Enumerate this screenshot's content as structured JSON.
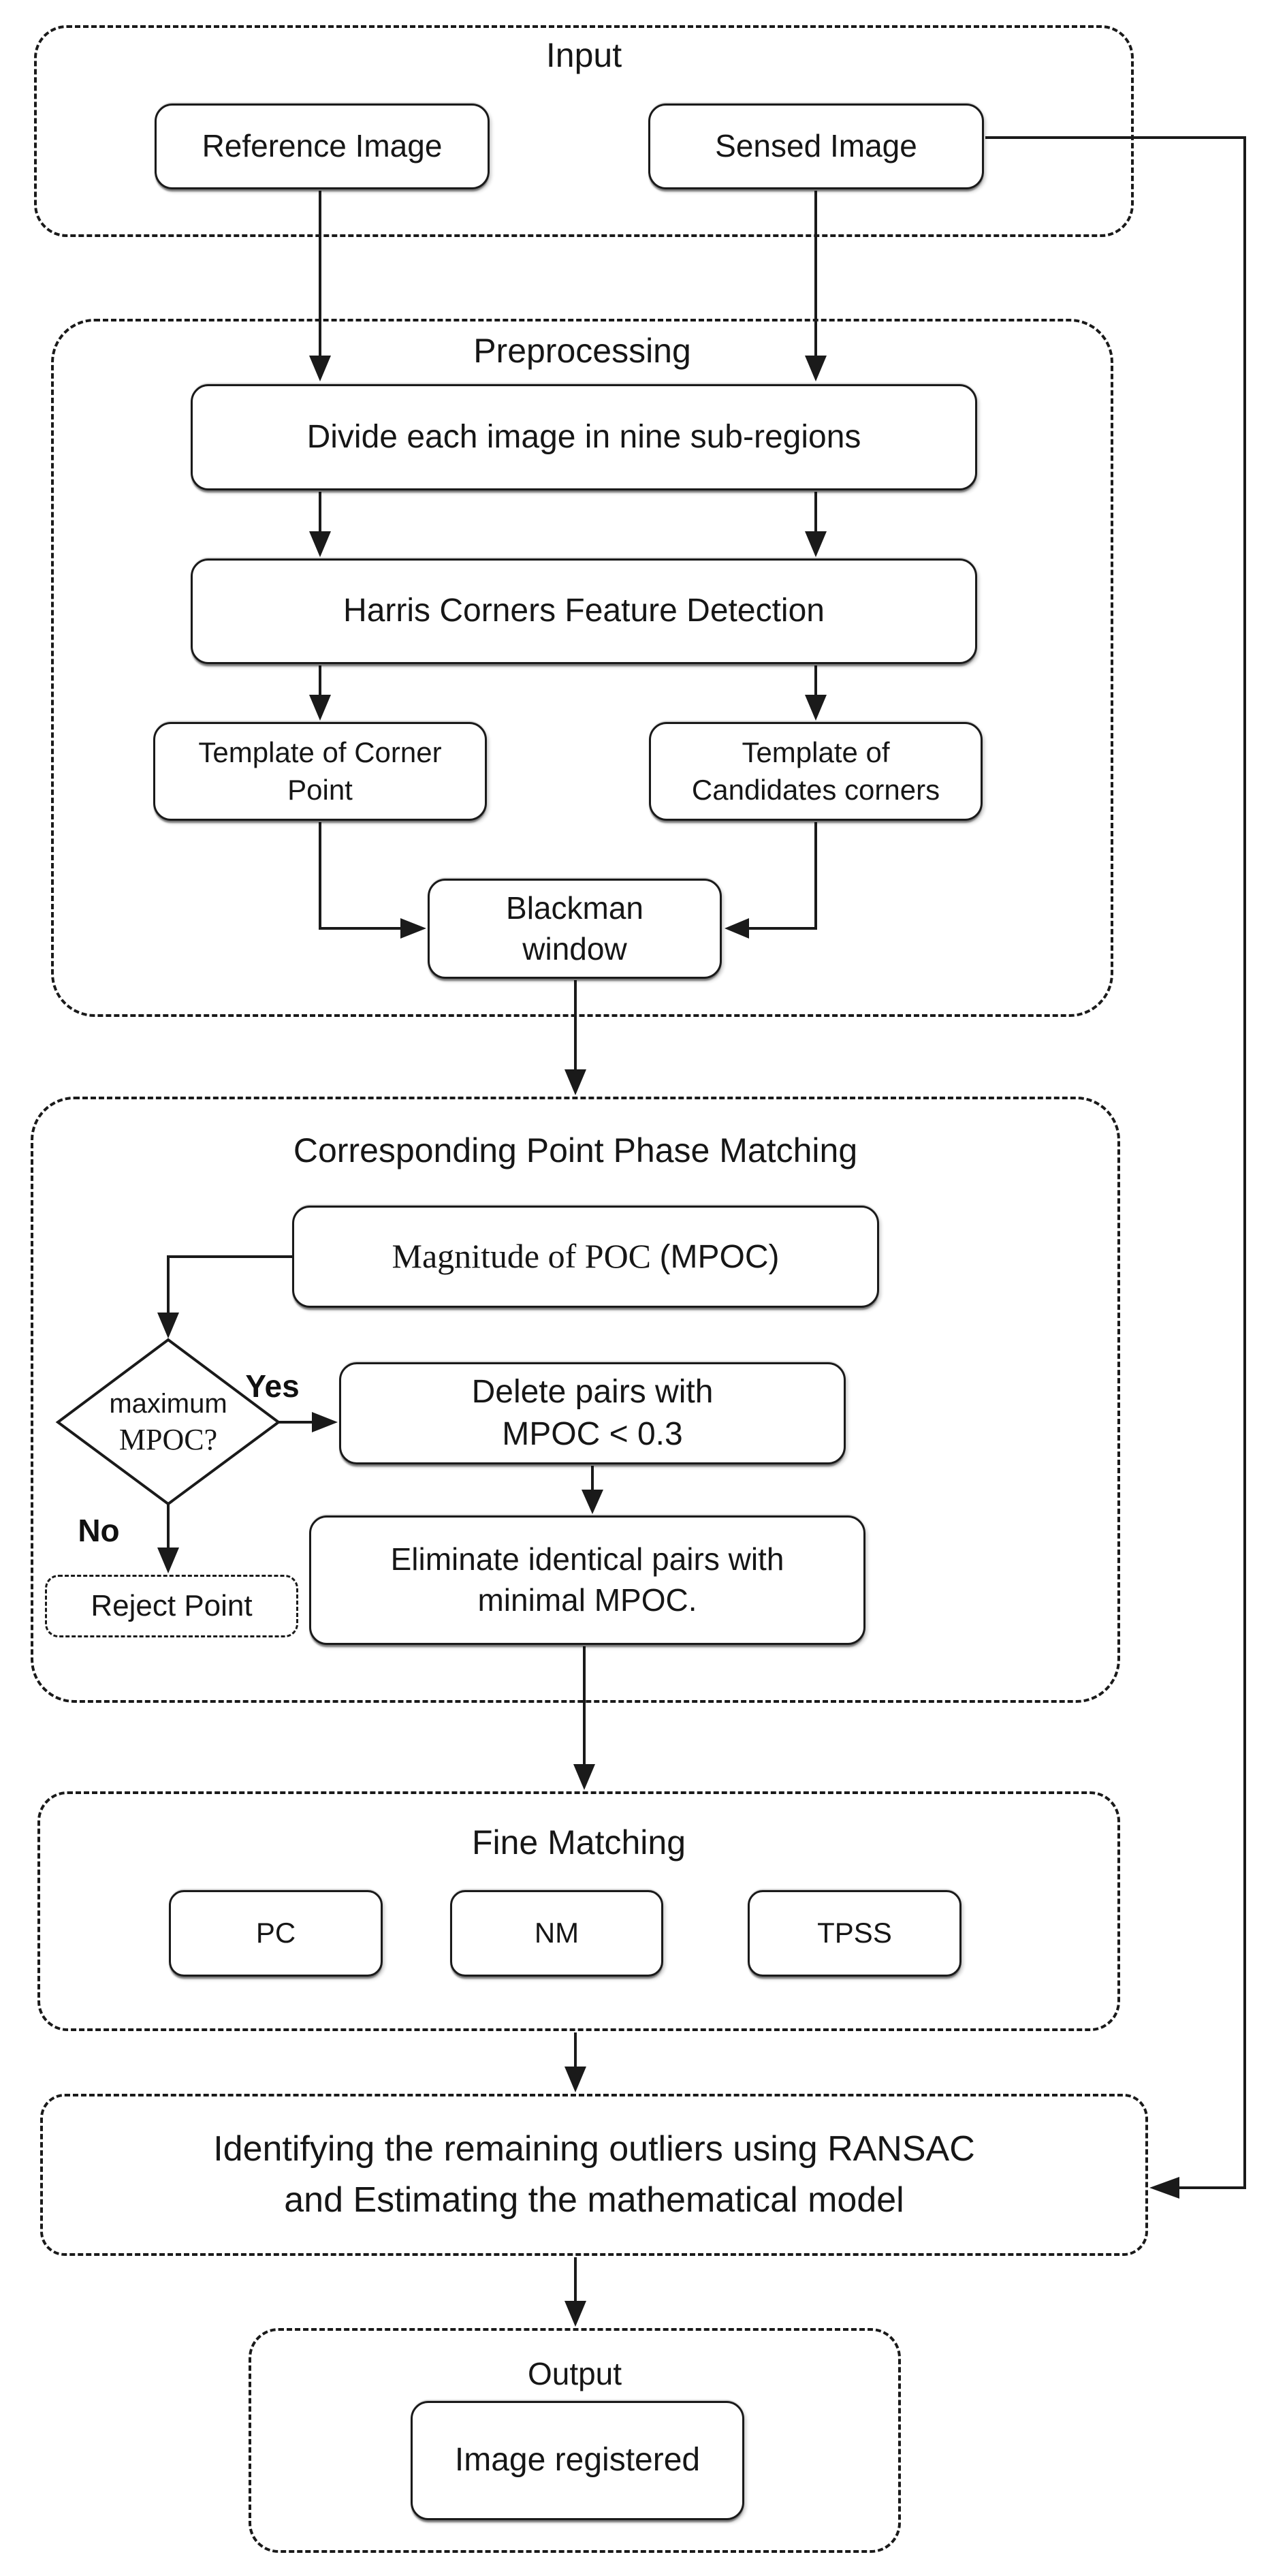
{
  "figure": {
    "type": "flowchart",
    "ink_color": "#1a1a1a",
    "background": "#ffffff"
  },
  "zones": {
    "input": {
      "title": "Input"
    },
    "preprocessing": {
      "title": "Preprocessing"
    },
    "matching": {
      "title": "Corresponding Point Phase Matching"
    },
    "fine": {
      "title": "Fine Matching"
    },
    "output": {
      "title": "Output"
    }
  },
  "nodes": {
    "reference": "Reference Image",
    "sensed": "Sensed Image",
    "divide": "Divide each image in nine sub-regions",
    "harris": "Harris Corners Feature Detection",
    "template_corner": {
      "line1": "Template of Corner",
      "line2": "Point"
    },
    "template_candidates": {
      "line1": "Template of",
      "line2": "Candidates corners"
    },
    "blackman": {
      "line1": "Blackman",
      "line2": "window"
    },
    "mpoc": {
      "serif_part": "Magnitude of POC ",
      "sans_part": "(MPOC)"
    },
    "decision": {
      "line1": "maximum",
      "line2": "MPOC?"
    },
    "delete": {
      "line1": "Delete pairs with",
      "line2": "MPOC < 0.3"
    },
    "eliminate": {
      "line1": "Eliminate identical pairs with",
      "line2": "minimal MPOC."
    },
    "reject": "Reject Point",
    "pc": "PC",
    "nm": "NM",
    "tpss": "TPSS",
    "ransac": {
      "line1": "Identifying the remaining outliers using RANSAC",
      "line2": "and Estimating the mathematical model"
    },
    "registered": "Image registered"
  },
  "labels": {
    "yes": "Yes",
    "no": "No"
  }
}
